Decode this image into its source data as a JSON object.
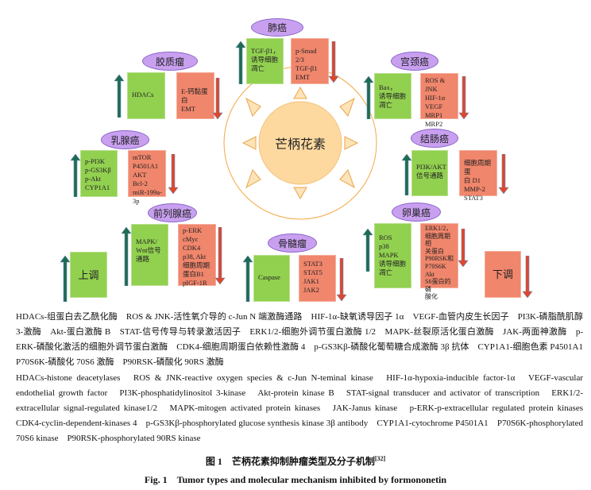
{
  "center": "芒柄花素",
  "panels": {
    "lung": {
      "name": "肺癌",
      "up": "TGF-β1，\n诱导细胞\n凋亡",
      "down": "p-Smad 2/3\nTGF-β1\nEMT"
    },
    "glioma": {
      "name": "胶质瘤",
      "up": "HDACs",
      "down": "E-钙黏蛋白\nEMT"
    },
    "cervical": {
      "name": "宫颈癌",
      "up": "Bax，\n诱导细胞\n凋亡",
      "down": "ROS & JNK\nHIF-1α\nVEGF\nMRP1\nMRP2"
    },
    "breast": {
      "name": "乳腺癌",
      "up": "p-PI3K\np-GS3Kβ\np-Akt\nCYP1A1",
      "down": "mTOR\nP4501A1\nAKT\nBcl-2\nmiR-199a-3p"
    },
    "colon": {
      "name": "结肠癌",
      "up": "PI3K/AKT\n信号通路",
      "down": "细胞周期蛋\n白 D1\nMMP-2\nSTAT3"
    },
    "prostate": {
      "name": "前列腺癌",
      "up": "MAPK/\nWnt信号\n通路",
      "down": "p-ERK\ncMyc\nCDK4\np38, Akt\n细胞周期\n蛋白B1\npIGF-1R"
    },
    "marrow": {
      "name": "骨髓瘤",
      "up": "Caspase",
      "down": "STAT3\nSTAT5\nJAK1\nJAK2"
    },
    "ovarian": {
      "name": "卵巢癌",
      "up": "ROS\np38 MAPK\n诱导细胞\n凋亡",
      "down": "ERK1/2，\n细胞周期相\n关蛋白\nP90RSK和\nP70S6K\nAkt\nS6蛋白的磷\n酸化"
    }
  },
  "legend": {
    "up": "上调",
    "down": "下调"
  },
  "colors": {
    "up_box": "#92d050",
    "down_box": "#f0866c",
    "up_arrow": "#1f6b4f",
    "down_arrow": "#e0462a",
    "ellipse": "#c9a0f0",
    "sun": "#fdd9a0"
  },
  "caption_cn": "HDACs-组蛋白去乙酰化酶　ROS & JNK-活性氧介导的 c-Jun N 端激酶通路　HIF-1α-缺氧诱导因子 1α　VEGF-血管内皮生长因子　PI3K-磷脂酰肌醇 3-激酶　Akt-蛋白激酶 B　STAT-信号传导与转录激活因子　ERK1/2-细胞外调节蛋白激酶 1/2　MAPK-丝裂原活化蛋白激酶　JAK-两面神激酶　p-ERK-磷酸化激活的细胞外调节蛋白激酶　CDK4-细胞周期蛋白依赖性激酶 4　p-GS3Kβ-磷酸化葡萄糖合成激酶 3β 抗体　CYP1A1-细胞色素 P4501A1　P70S6K-磷酸化 70S6 激酶　P90RSK-磷酸化 90RS 激酶",
  "caption_en": "HDACs-histone deacetylases　ROS & JNK-reactive oxygen species & c-Jun N-teminal kinase　HIF-1α-hypoxia-inducible factor-1α　VEGF-vascular endothelial growth factor　PI3K-phosphatidylinositol 3-kinase　Akt-protein kinase B　STAT-signal transducer and activator of transcription　ERK1/2-extracellular signal-regulated kinase1/2　MAPK-mitogen activated protein kinases　JAK-Janus kinase　p-ERK-p-extracellular regulated protein kinases　CDK4-cyclin-dependent-kinases 4　p-GS3Kβ-phosphorylated glucose synthesis kinase 3β antibody　CYP1A1-cytochrome P4501A1　P70S6K-phosphorylated 70S6 kinase　P90RSK-phosphorylated 90RS kinase",
  "title_cn": "图 1　芒柄花素抑制肿瘤类型及分子机制",
  "title_ref": "[32]",
  "title_en": "Fig. 1　Tumor types and molecular mechanism inhibited by formononetin"
}
